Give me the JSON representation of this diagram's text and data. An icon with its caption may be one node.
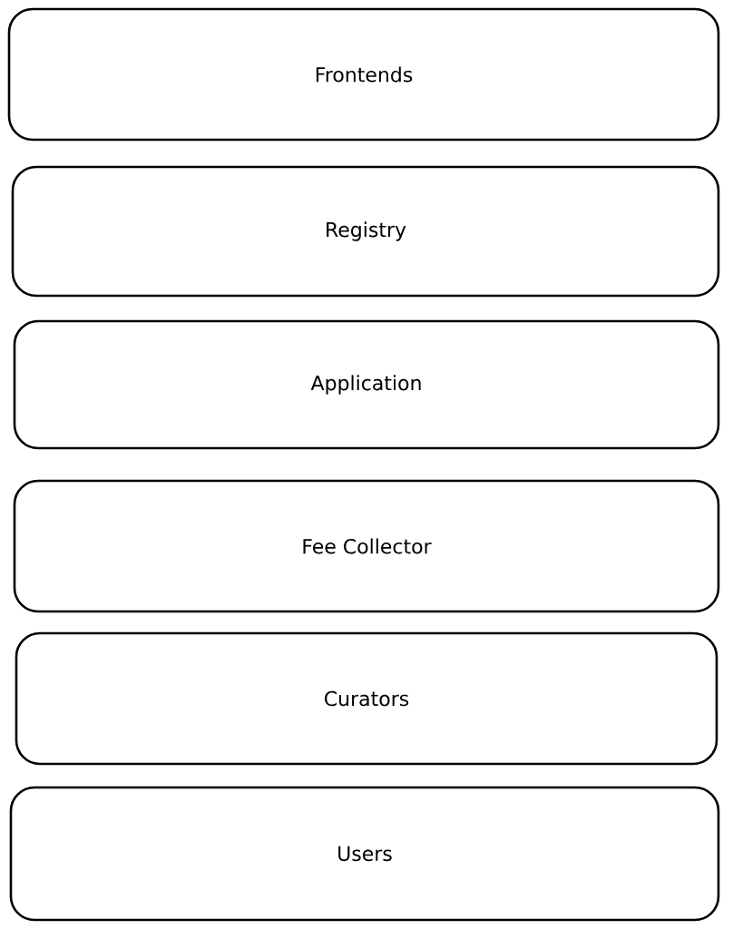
{
  "diagram": {
    "nodes": [
      {
        "text": [
          "Frontends"
        ]
      },
      {
        "text": [
          "Registry"
        ]
      },
      {
        "text": [
          "Application"
        ]
      },
      {
        "text": [
          "Fee Collector"
        ]
      },
      {
        "text": [
          "Curators"
        ]
      },
      {
        "text": [
          "Users"
        ]
      }
    ]
  }
}
